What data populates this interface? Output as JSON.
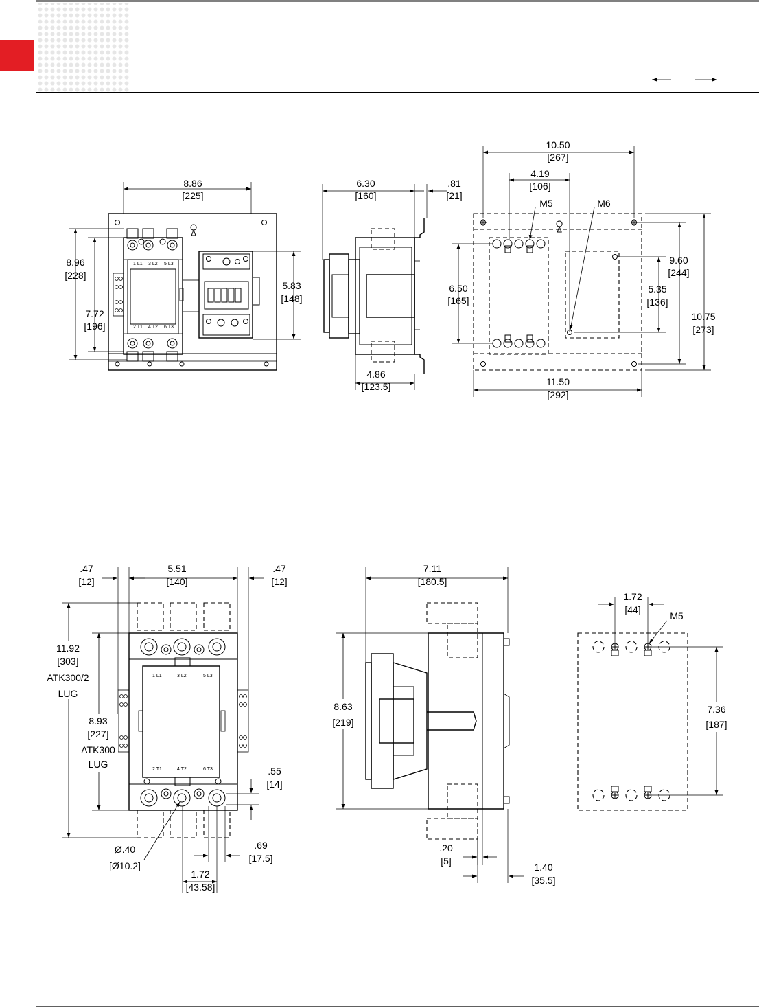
{
  "colors": {
    "accent": "#e31e24",
    "line": "#000000",
    "dots": "#e6e6e6"
  },
  "header": {
    "arrows": "left-arrow right-arrow"
  },
  "drawing1": {
    "front": {
      "width_in": "8.86",
      "width_mm": "[225]",
      "height_in": "8.96",
      "height_mm": "[228]",
      "mount_in": "7.72",
      "mount_mm": "[196]",
      "overload_in": "5.83",
      "overload_mm": "[148]"
    },
    "side": {
      "depth_in": "6.30",
      "depth_mm": "[160]",
      "flange_in": ".81",
      "flange_mm": "[21]",
      "base_in": "4.86",
      "base_mm": "[123.5]"
    },
    "mount": {
      "top_in": "10.50",
      "top_mm": "[267]",
      "offset_in": "4.19",
      "offset_mm": "[106]",
      "screw_a": "M5",
      "screw_b": "M6",
      "contactor_h_in": "6.50",
      "contactor_h_mm": "[165]",
      "holes_v_in": "9.60",
      "holes_v_mm": "[244]",
      "ol_in": "5.35",
      "ol_mm": "[136]",
      "plate_h_in": "10.75",
      "plate_h_mm": "[273]",
      "plate_w_in": "11.50",
      "plate_w_mm": "[292]"
    }
  },
  "drawing2": {
    "front": {
      "left_in": ".47",
      "left_mm": "[12]",
      "width_in": "5.51",
      "width_mm": "[140]",
      "right_in": ".47",
      "right_mm": "[12]",
      "lug1_line1": "11.92",
      "lug1_line2": "[303]",
      "lug1_line3": "ATK300/2",
      "lug1_line4": "LUG",
      "lug2_line1": "8.93",
      "lug2_line2": "[227]",
      "lug2_line3": "ATK300",
      "lug2_line4": "LUG",
      "gap_in": ".55",
      "gap_mm": "[14]",
      "hole_in": "Ø.40",
      "hole_mm": "[Ø10.2]",
      "pitch_in": "1.72",
      "pitch_mm": "[43.58]",
      "term_in": ".69",
      "term_mm": "[17.5]",
      "terminals_top": [
        "1 L1",
        "3 L2",
        "5 L3"
      ],
      "terminals_bottom": [
        "2 T1",
        "4 T2",
        "6 T3"
      ]
    },
    "side": {
      "depth_in": "7.11",
      "depth_mm": "[180.5]",
      "height_in": "8.63",
      "height_mm": "[219]",
      "small_in": ".20",
      "small_mm": "[5]",
      "rear_in": "1.40",
      "rear_mm": "[35.5]"
    },
    "mount": {
      "pitch_in": "1.72",
      "pitch_mm": "[44]",
      "screw": "M5",
      "holes_in": "7.36",
      "holes_mm": "[187]"
    }
  },
  "diagram1_terminals": {
    "top": [
      "1 L1",
      "3 L2",
      "5 L3"
    ],
    "bottom": [
      "2 T1",
      "4 T2",
      "6 T3"
    ]
  }
}
